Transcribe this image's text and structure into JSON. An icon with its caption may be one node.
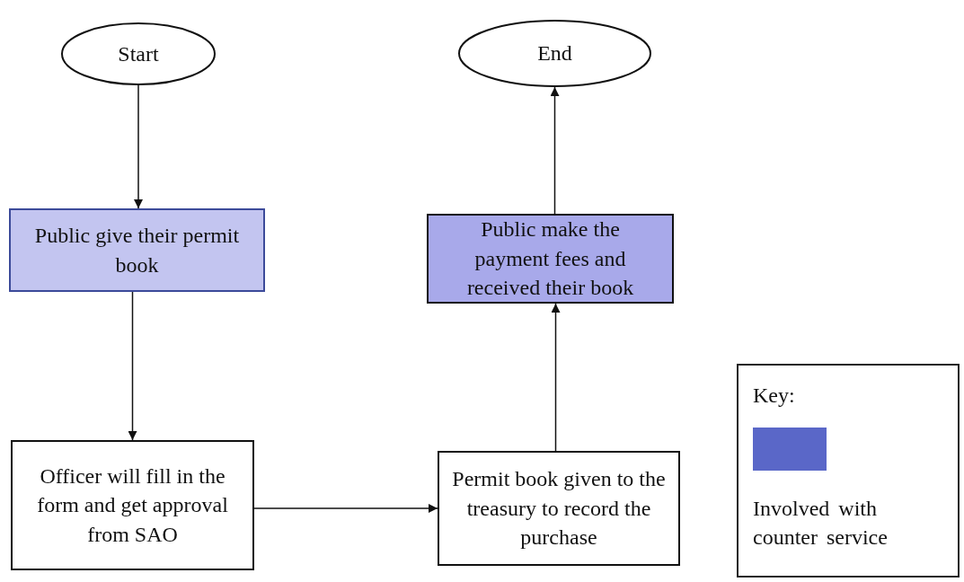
{
  "diagram": {
    "nodes": [
      {
        "text": [
          "Start"
        ]
      },
      {
        "text": [
          "End"
        ]
      },
      {
        "text": [
          "Public give their permit book"
        ]
      },
      {
        "text": [
          "Public make the payment fees and received their book"
        ]
      },
      {
        "text": [
          "Officer will fill in the form and get approval from SAO"
        ]
      },
      {
        "text": [
          "Permit book given to the treasury to record the purchase"
        ]
      }
    ],
    "edges": [
      {
        "from": 0,
        "to": 2,
        "arrow": "to"
      },
      {
        "from": 2,
        "to": 4,
        "arrow": "to"
      },
      {
        "from": 4,
        "to": 5,
        "arrow": "to"
      },
      {
        "from": 5,
        "to": 3,
        "arrow": "to"
      },
      {
        "from": 3,
        "to": 1,
        "arrow": "to"
      }
    ],
    "labels": [
      "Key:"
    ],
    "legend": [
      {
        "text": "Involved with counter service",
        "color": "#5a67c8"
      }
    ]
  }
}
